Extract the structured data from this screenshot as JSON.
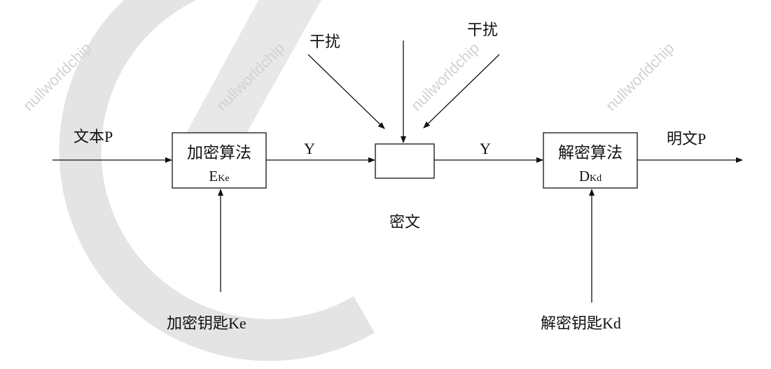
{
  "watermark": {
    "text": "nullworldchip",
    "color": "#d2d2d2",
    "logo_color": "#e2e2e2"
  },
  "diagram": {
    "input_label": "文本P",
    "encrypt_block": {
      "title": "加密算法",
      "symbol_main": "E",
      "symbol_sub": "Ke"
    },
    "y_label_left": "Y",
    "interference_left": "干扰",
    "interference_right": "干扰",
    "channel_label": "密文",
    "y_label_right": "Y",
    "decrypt_block": {
      "title": "解密算法",
      "symbol_main": "D",
      "symbol_sub": "Kd"
    },
    "output_label": "明文P",
    "encrypt_key_label": "加密钥匙Ke",
    "decrypt_key_label": "解密钥匙Kd"
  }
}
